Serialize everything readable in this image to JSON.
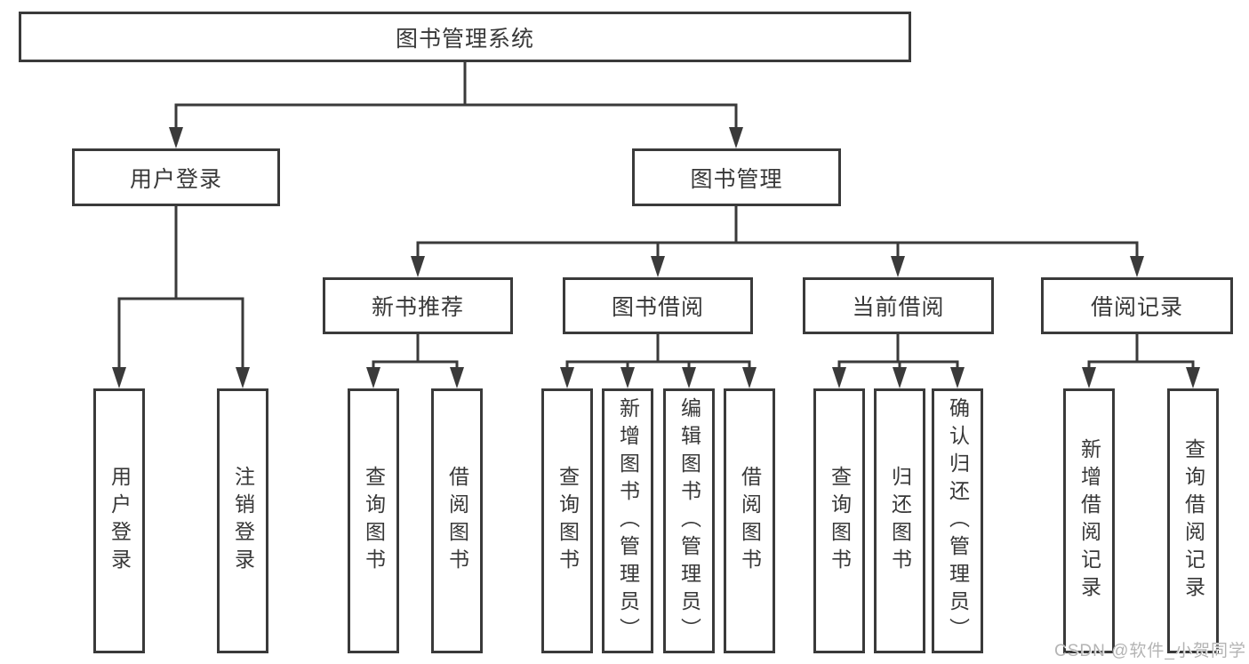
{
  "tree": {
    "label": "图书管理系统",
    "children": [
      {
        "label": "用户登录",
        "children": [
          {
            "label": "用户登录"
          },
          {
            "label": "注销登录"
          }
        ]
      },
      {
        "label": "图书管理",
        "children": [
          {
            "label": "新书推荐",
            "children": [
              {
                "label": "查询图书"
              },
              {
                "label": "借阅图书"
              }
            ]
          },
          {
            "label": "图书借阅",
            "children": [
              {
                "label": "查询图书"
              },
              {
                "label": "新增图书（管理员）"
              },
              {
                "label": "编辑图书（管理员）"
              },
              {
                "label": "借阅图书"
              }
            ]
          },
          {
            "label": "当前借阅",
            "children": [
              {
                "label": "查询图书"
              },
              {
                "label": "归还图书"
              },
              {
                "label": "确认归还（管理员）"
              }
            ]
          },
          {
            "label": "借阅记录",
            "children": [
              {
                "label": "新增借阅记录"
              },
              {
                "label": "查询借阅记录"
              }
            ]
          }
        ]
      }
    ]
  },
  "watermark": {
    "text": "CSDN @软件_小贺同学"
  },
  "colors": {
    "line": "#3a3a3a",
    "text": "#383838",
    "box_background": "#ffffff",
    "watermark": "#b4b4b4",
    "page_background": "#ffffff"
  }
}
